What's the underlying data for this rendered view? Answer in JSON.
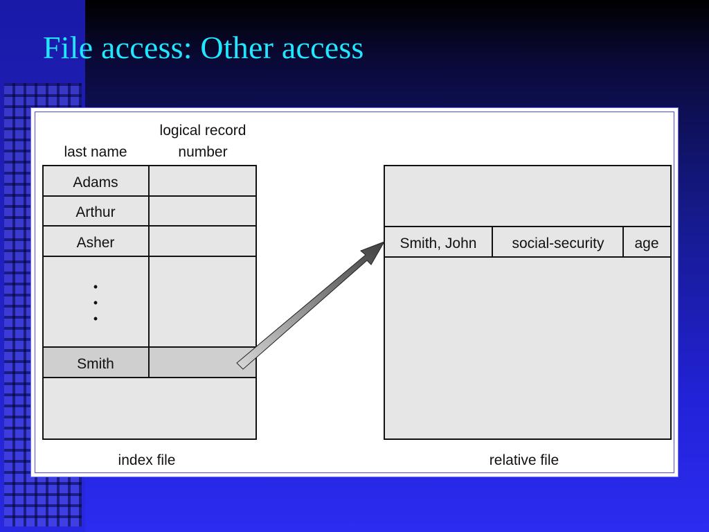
{
  "slide": {
    "title": "File access: Other access"
  },
  "index_file": {
    "header_col1": "last name",
    "header_col2_line1": "logical record",
    "header_col2_line2": "number",
    "rows": [
      "Adams",
      "Arthur",
      "Asher",
      "Smith"
    ],
    "ellipsis": "•",
    "caption": "index file"
  },
  "relative_file": {
    "record_fields": [
      "Smith, John",
      "social-security",
      "age"
    ],
    "caption": "relative file"
  },
  "colors": {
    "title": "#22e6ff",
    "cell_fill": "#e6e6e6",
    "highlight_fill": "#cfcfcf",
    "stroke": "#111111"
  }
}
